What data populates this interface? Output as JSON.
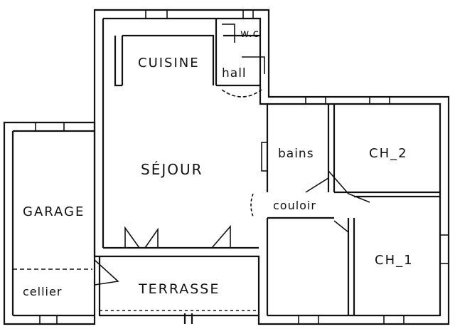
{
  "rooms": {
    "wc": "w.c",
    "cuisine": "CUISINE",
    "hall": "hall",
    "sejour": "SÉJOUR",
    "bains": "bains",
    "ch2": "CH_2",
    "garage": "GARAGE",
    "couloir": "couloir",
    "ch1": "CH_1",
    "cellier": "cellier",
    "terrasse": "TERRASSE"
  },
  "colors": {
    "ink": "#111111",
    "paper": "#ffffff"
  }
}
